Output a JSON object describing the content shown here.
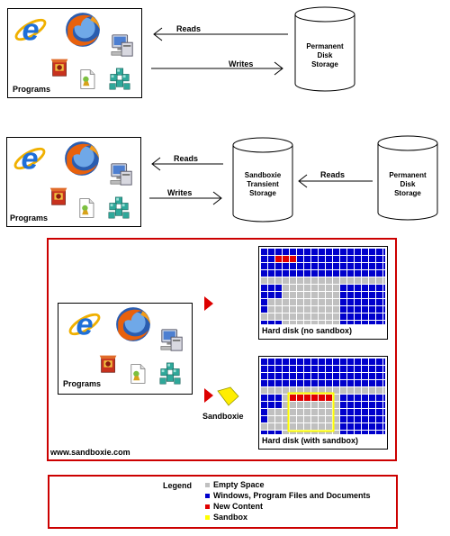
{
  "section1": {
    "programs_label": "Programs",
    "reads_label": "Reads",
    "writes_label": "Writes",
    "storage_label": [
      "Permanent",
      "Disk",
      "Storage"
    ]
  },
  "section2": {
    "programs_label": "Programs",
    "reads_label": "Reads",
    "writes_label": "Writes",
    "transient_label": [
      "Sandboxie",
      "Transient",
      "Storage"
    ],
    "reads2_label": "Reads",
    "storage_label": [
      "Permanent",
      "Disk",
      "Storage"
    ]
  },
  "section3": {
    "programs_label": "Programs",
    "sandboxie_label": "Sandboxie",
    "disk_no_sandbox_label": "Hard disk (no sandbox)",
    "disk_with_sandbox_label": "Hard disk (with sandbox)",
    "website": "www.sandboxie.com"
  },
  "legend": {
    "title": "Legend",
    "items": [
      {
        "label": "Empty Space",
        "color": "#c0c0c0"
      },
      {
        "label": "Windows, Program Files and Documents",
        "color": "#0000cc"
      },
      {
        "label": "New Content",
        "color": "#e00000"
      },
      {
        "label": "Sandbox",
        "color": "#ffff00"
      }
    ]
  },
  "colors": {
    "frame_red": "#cc0000",
    "arrow_red": "#dd0000",
    "grid_blue": "#0000cc",
    "grid_gray": "#c0c0c0"
  }
}
